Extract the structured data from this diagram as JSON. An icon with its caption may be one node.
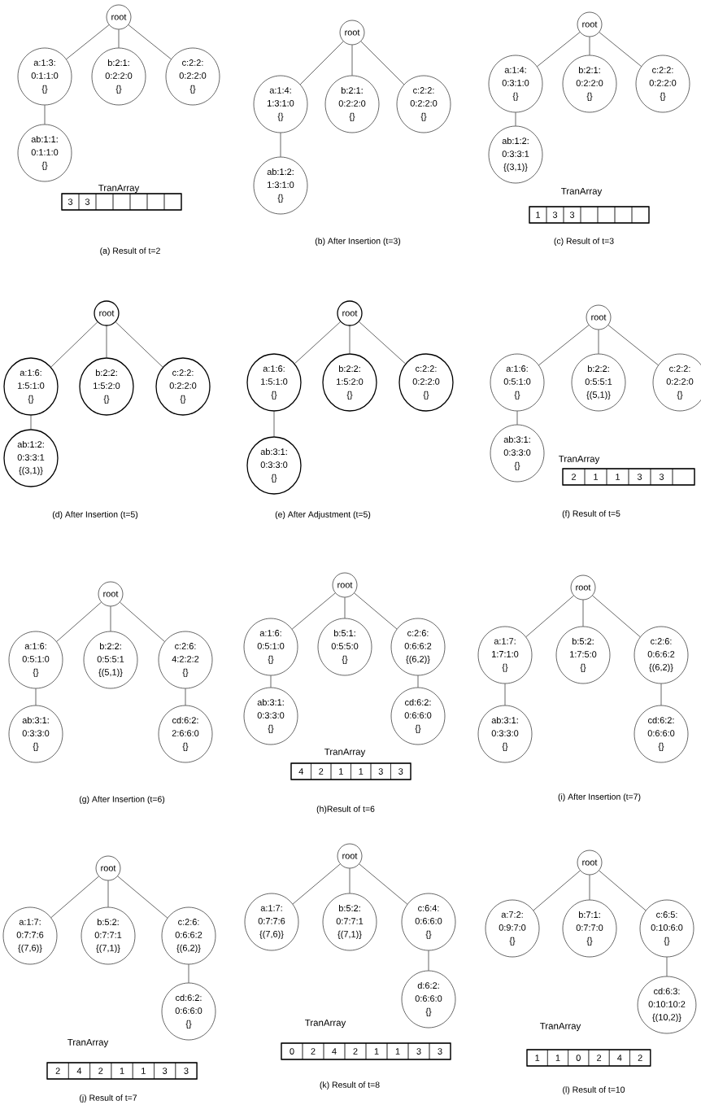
{
  "diagram": {
    "nodes": [
      {
        "text": [
          "root"
        ]
      },
      {
        "text": [
          "a:1:3: 0:1:1:0 {}"
        ]
      },
      {
        "text": [
          "b:2:1: 0:2:2:0 {}"
        ]
      },
      {
        "text": [
          "c:2:2: 0:2:2:0 {}"
        ]
      },
      {
        "text": [
          "ab:1:1: 0:1:1:0 {}"
        ]
      },
      {
        "text": [
          "root"
        ]
      },
      {
        "text": [
          "a:1:4: 1:3:1:0 {}"
        ]
      },
      {
        "text": [
          "b:2:1: 0:2:2:0 {}"
        ]
      },
      {
        "text": [
          "c:2:2: 0:2:2:0 {}"
        ]
      },
      {
        "text": [
          "ab:1:2: 1:3:1:0 {}"
        ]
      },
      {
        "text": [
          "root"
        ]
      },
      {
        "text": [
          "a:1:4: 0:3:1:0 {}"
        ]
      },
      {
        "text": [
          "b:2:1: 0:2:2:0 {}"
        ]
      },
      {
        "text": [
          "c:2:2: 0:2:2:0 {}"
        ]
      },
      {
        "text": [
          "ab:1:2: 0:3:3:1 {(3,1)}"
        ]
      },
      {
        "text": [
          "root"
        ]
      },
      {
        "text": [
          "a:1:6: 1:5:1:0 {}"
        ]
      },
      {
        "text": [
          "b:2:2: 1:5:2:0 {}"
        ]
      },
      {
        "text": [
          "c:2:2: 0:2:2:0 {}"
        ]
      },
      {
        "text": [
          "ab:1:2: 0:3:3:1 {(3,1)}"
        ]
      },
      {
        "text": [
          "root"
        ]
      },
      {
        "text": [
          "a:1:6: 1:5:1:0 {}"
        ]
      },
      {
        "text": [
          "b:2:2: 1:5:2:0 {}"
        ]
      },
      {
        "text": [
          "c:2:2: 0:2:2:0 {}"
        ]
      },
      {
        "text": [
          "ab:3:1: 0:3:3:0 {}"
        ]
      },
      {
        "text": [
          "root"
        ]
      },
      {
        "text": [
          "a:1:6: 0:5:1:0 {}"
        ]
      },
      {
        "text": [
          "b:2:2: 0:5:5:1 {(5,1)}"
        ]
      },
      {
        "text": [
          "c:2:2: 0:2:2:0 {}"
        ]
      },
      {
        "text": [
          "ab:3:1: 0:3:3:0 {}"
        ]
      },
      {
        "text": [
          "root"
        ]
      },
      {
        "text": [
          "a:1:6: 0:5:1:0 {}"
        ]
      },
      {
        "text": [
          "b:2:2: 0:5:5:1 {(5,1)}"
        ]
      },
      {
        "text": [
          "c:2:6: 4:2:2:2 {}"
        ]
      },
      {
        "text": [
          "ab:3:1: 0:3:3:0 {}"
        ]
      },
      {
        "text": [
          "cd:6:2: 2:6:6:0 {}"
        ]
      },
      {
        "text": [
          "root"
        ]
      },
      {
        "text": [
          "a:1:6: 0:5:1:0 {}"
        ]
      },
      {
        "text": [
          "b:5:1: 0:5:5:0 {}"
        ]
      },
      {
        "text": [
          "c:2:6: 0:6:6:2 {(6,2)}"
        ]
      },
      {
        "text": [
          "ab:3:1: 0:3:3:0 {}"
        ]
      },
      {
        "text": [
          "cd:6:2: 0:6:6:0 {}"
        ]
      },
      {
        "text": [
          "root"
        ]
      },
      {
        "text": [
          "a:1:7: 1:7:1:0 {}"
        ]
      },
      {
        "text": [
          "b:5:2: 1:7:5:0 {}"
        ]
      },
      {
        "text": [
          "c:2:6: 0:6:6:2 {(6,2)}"
        ]
      },
      {
        "text": [
          "ab:3:1: 0:3:3:0 {}"
        ]
      },
      {
        "text": [
          "cd:6:2: 0:6:6:0 {}"
        ]
      },
      {
        "text": [
          "root"
        ]
      },
      {
        "text": [
          "a:1:7: 0:7:7:6 {(7,6)}"
        ]
      },
      {
        "text": [
          "b:5:2: 0:7:7:1 {(7,1)}"
        ]
      },
      {
        "text": [
          "c:2:6: 0:6:6:2 {(6,2)}"
        ]
      },
      {
        "text": [
          "cd:6:2: 0:6:6:0 {}"
        ]
      },
      {
        "text": [
          "root"
        ]
      },
      {
        "text": [
          "a:1:7: 0:7:7:6 {(7,6)}"
        ]
      },
      {
        "text": [
          "b:5:2: 0:7:7:1 {(7,1)}"
        ]
      },
      {
        "text": [
          "c:6:4: 0:6:6:0 {}"
        ]
      },
      {
        "text": [
          "d:6:2: 0:6:6:0 {}"
        ]
      },
      {
        "text": [
          "root"
        ]
      },
      {
        "text": [
          "a:7:2: 0:9:7:0 {}"
        ]
      },
      {
        "text": [
          "b:7:1: 0:7:7:0 {}"
        ]
      },
      {
        "text": [
          "c:6:5: 0:10:6:0 {}"
        ]
      },
      {
        "text": [
          "cd:6:3: 0:10:10:2 {(10,2)}"
        ]
      }
    ],
    "edges": [
      {
        "from": 0,
        "to": 1,
        "arrow": "none"
      },
      {
        "from": 0,
        "to": 2,
        "arrow": "none"
      },
      {
        "from": 0,
        "to": 3,
        "arrow": "none"
      },
      {
        "from": 1,
        "to": 4,
        "arrow": "none"
      },
      {
        "from": 5,
        "to": 6,
        "arrow": "none"
      },
      {
        "from": 5,
        "to": 7,
        "arrow": "none"
      },
      {
        "from": 5,
        "to": 8,
        "arrow": "none"
      },
      {
        "from": 6,
        "to": 9,
        "arrow": "none"
      },
      {
        "from": 10,
        "to": 11,
        "arrow": "none"
      },
      {
        "from": 10,
        "to": 12,
        "arrow": "none"
      },
      {
        "from": 10,
        "to": 13,
        "arrow": "none"
      },
      {
        "from": 11,
        "to": 14,
        "arrow": "none"
      },
      {
        "from": 15,
        "to": 16,
        "arrow": "none"
      },
      {
        "from": 15,
        "to": 17,
        "arrow": "none"
      },
      {
        "from": 15,
        "to": 18,
        "arrow": "none"
      },
      {
        "from": 16,
        "to": 19,
        "arrow": "none"
      },
      {
        "from": 20,
        "to": 21,
        "arrow": "none"
      },
      {
        "from": 20,
        "to": 22,
        "arrow": "none"
      },
      {
        "from": 20,
        "to": 23,
        "arrow": "none"
      },
      {
        "from": 21,
        "to": 24,
        "arrow": "none"
      },
      {
        "from": 25,
        "to": 26,
        "arrow": "none"
      },
      {
        "from": 25,
        "to": 27,
        "arrow": "none"
      },
      {
        "from": 25,
        "to": 28,
        "arrow": "none"
      },
      {
        "from": 26,
        "to": 29,
        "arrow": "none"
      },
      {
        "from": 30,
        "to": 31,
        "arrow": "none"
      },
      {
        "from": 30,
        "to": 32,
        "arrow": "none"
      },
      {
        "from": 30,
        "to": 33,
        "arrow": "none"
      },
      {
        "from": 31,
        "to": 34,
        "arrow": "none"
      },
      {
        "from": 33,
        "to": 35,
        "arrow": "none"
      },
      {
        "from": 36,
        "to": 37,
        "arrow": "none"
      },
      {
        "from": 36,
        "to": 38,
        "arrow": "none"
      },
      {
        "from": 36,
        "to": 39,
        "arrow": "none"
      },
      {
        "from": 37,
        "to": 40,
        "arrow": "none"
      },
      {
        "from": 39,
        "to": 41,
        "arrow": "none"
      },
      {
        "from": 42,
        "to": 43,
        "arrow": "none"
      },
      {
        "from": 42,
        "to": 44,
        "arrow": "none"
      },
      {
        "from": 42,
        "to": 45,
        "arrow": "none"
      },
      {
        "from": 43,
        "to": 46,
        "arrow": "none"
      },
      {
        "from": 45,
        "to": 47,
        "arrow": "none"
      },
      {
        "from": 48,
        "to": 49,
        "arrow": "none"
      },
      {
        "from": 48,
        "to": 50,
        "arrow": "none"
      },
      {
        "from": 48,
        "to": 51,
        "arrow": "none"
      },
      {
        "from": 51,
        "to": 52,
        "arrow": "none"
      },
      {
        "from": 53,
        "to": 54,
        "arrow": "none"
      },
      {
        "from": 53,
        "to": 55,
        "arrow": "none"
      },
      {
        "from": 53,
        "to": 56,
        "arrow": "none"
      },
      {
        "from": 56,
        "to": 57,
        "arrow": "none"
      },
      {
        "from": 58,
        "to": 59,
        "arrow": "none"
      },
      {
        "from": 58,
        "to": 60,
        "arrow": "none"
      },
      {
        "from": 58,
        "to": 61,
        "arrow": "none"
      },
      {
        "from": 61,
        "to": 62,
        "arrow": "none"
      }
    ],
    "labels": [
      "TranArray",
      "3",
      "3",
      "(a) Result of t=2",
      "(b) After Insertion (t=3)",
      "TranArray",
      "1",
      "3",
      "3",
      "(c) Result of t=3",
      "(d) After Insertion (t=5)",
      "(e) After Adjustment (t=5)",
      "TranArray",
      "2",
      "1",
      "1",
      "3",
      "3",
      "(f) Result of t=5",
      "(g) After Insertion (t=6)",
      "TranArray",
      "4",
      "2",
      "1",
      "1",
      "3",
      "3",
      "(h)Result of t=6",
      "(i) After Insertion (t=7)",
      "TranArray",
      "2",
      "4",
      "2",
      "1",
      "1",
      "3",
      "3",
      "(j) Result of t=7",
      "TranArray",
      "0",
      "2",
      "4",
      "2",
      "1",
      "1",
      "3",
      "3",
      "(k) Result of t=8",
      "TranArray",
      "1",
      "1",
      "0",
      "2",
      "4",
      "2",
      "(l) Result of t=10"
    ]
  }
}
